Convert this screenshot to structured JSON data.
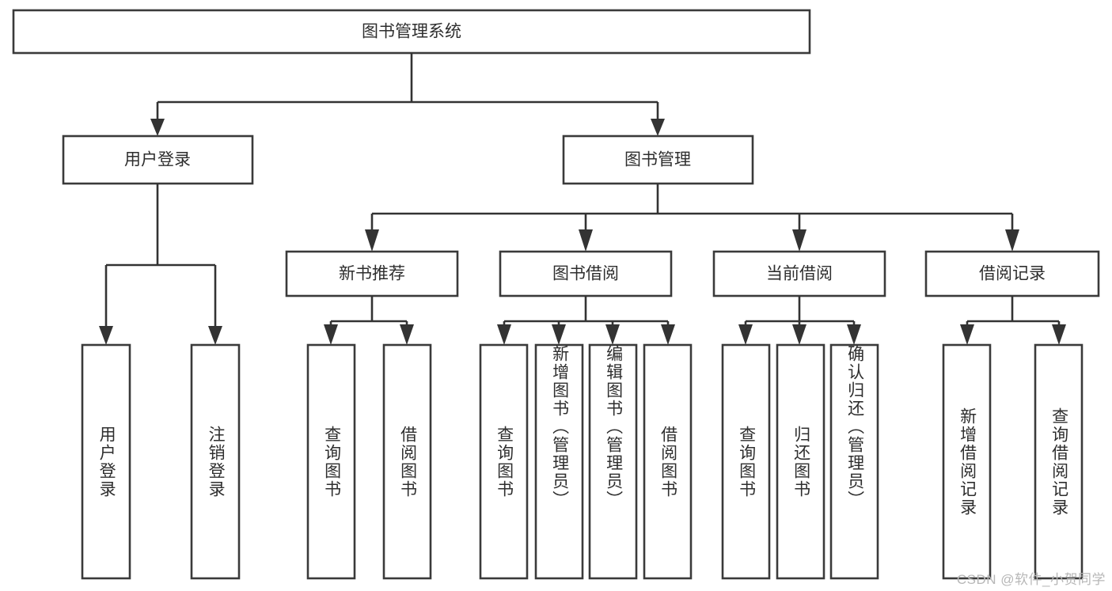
{
  "diagram": {
    "type": "hierarchy-tree",
    "title": "图书管理系统",
    "watermark": "CSDN @软件_小贺同学",
    "colors": {
      "box_stroke": "#3a3a3a",
      "connector": "#333333",
      "text": "#2e2e2e",
      "background": "#ffffff",
      "watermark": "#b7b7b7"
    },
    "levels": {
      "level1": {
        "label": "图书管理系统"
      },
      "level2": [
        {
          "label": "用户登录"
        },
        {
          "label": "图书管理"
        }
      ],
      "level3": [
        {
          "label": "新书推荐",
          "parent": "图书管理"
        },
        {
          "label": "图书借阅",
          "parent": "图书管理"
        },
        {
          "label": "当前借阅",
          "parent": "图书管理"
        },
        {
          "label": "借阅记录",
          "parent": "图书管理"
        }
      ],
      "level4": {
        "用户登录": [
          {
            "label": "用户登录"
          },
          {
            "label": "注销登录"
          }
        ],
        "新书推荐": [
          {
            "label": "查询图书"
          },
          {
            "label": "借阅图书"
          }
        ],
        "图书借阅": [
          {
            "label": "查询图书"
          },
          {
            "label": "新增图书（管理员）"
          },
          {
            "label": "编辑图书（管理员）"
          },
          {
            "label": "借阅图书"
          }
        ],
        "当前借阅": [
          {
            "label": "查询图书"
          },
          {
            "label": "归还图书"
          },
          {
            "label": "确认归还（管理员）"
          }
        ],
        "借阅记录": [
          {
            "label": "新增借阅记录"
          },
          {
            "label": "查询借阅记录"
          }
        ]
      }
    }
  }
}
